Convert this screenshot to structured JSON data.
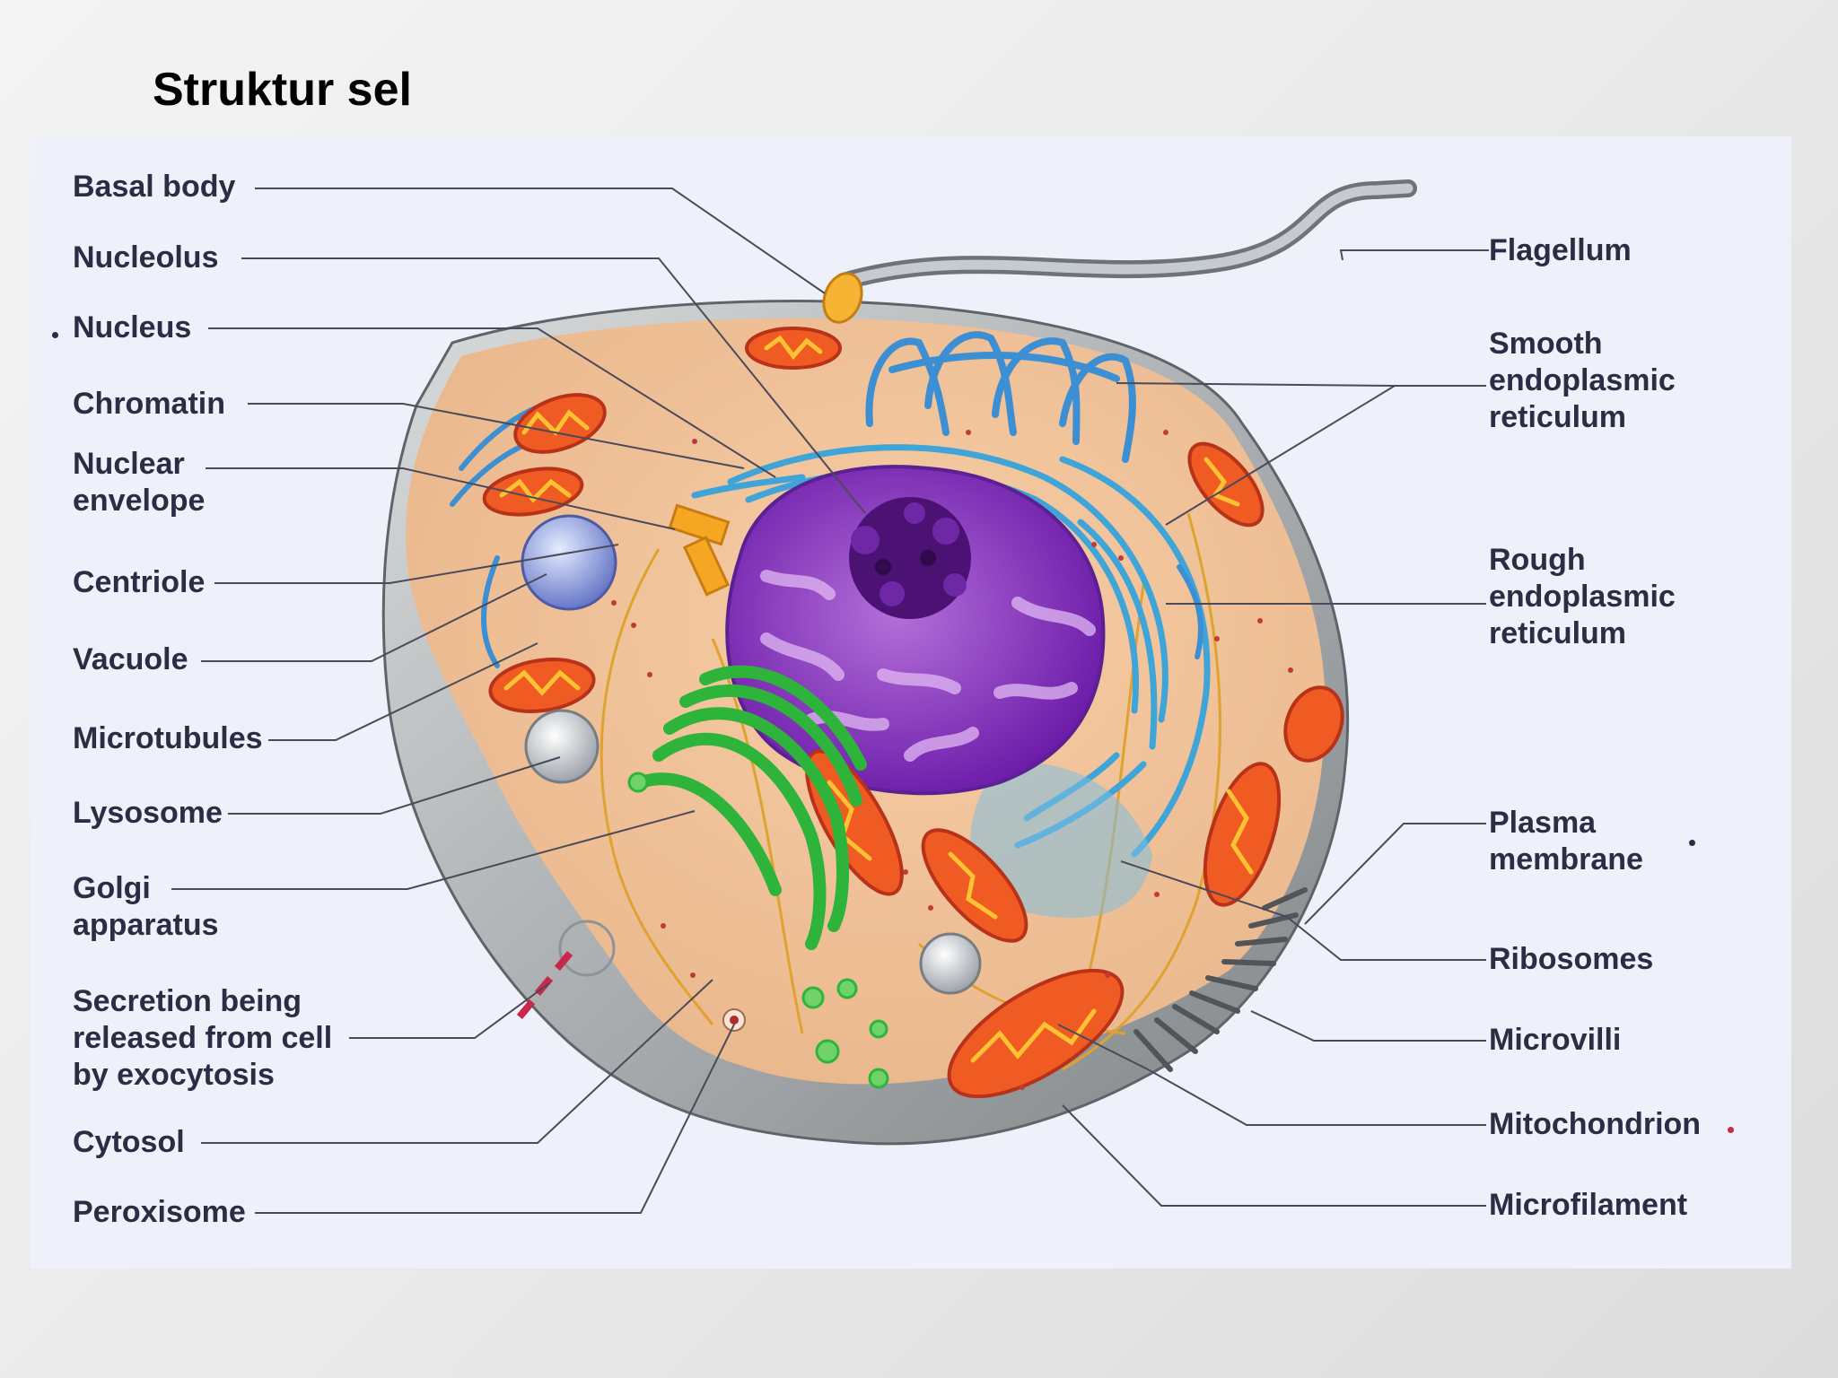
{
  "title": "Struktur sel",
  "colors": {
    "background": "#e9e9e9",
    "panel": "#eef1f9",
    "label_text": "#2c2c44",
    "leader_line": "#4a4a5a"
  },
  "labels_left": {
    "basal_body": "Basal body",
    "nucleolus": "Nucleolus",
    "nucleus": "Nucleus",
    "chromatin": "Chromatin",
    "nuclear_envelope": "Nuclear\nenvelope",
    "centriole": "Centriole",
    "vacuole": "Vacuole",
    "microtubules": "Microtubules",
    "lysosome": "Lysosome",
    "golgi_apparatus": "Golgi\napparatus",
    "secretion": "Secretion being\nreleased from cell\nby exocytosis",
    "cytosol": "Cytosol",
    "peroxisome": "Peroxisome"
  },
  "labels_right": {
    "flagellum": "Flagellum",
    "smooth_er": "Smooth\nendoplasmic\nreticulum",
    "rough_er": "Rough\nendoplasmic\nreticulum",
    "plasma_membrane": "Plasma\nmembrane",
    "ribosomes": "Ribosomes",
    "microvilli": "Microvilli",
    "mitochondrion": "Mitochondrion",
    "microfilament": "Microfilament"
  }
}
